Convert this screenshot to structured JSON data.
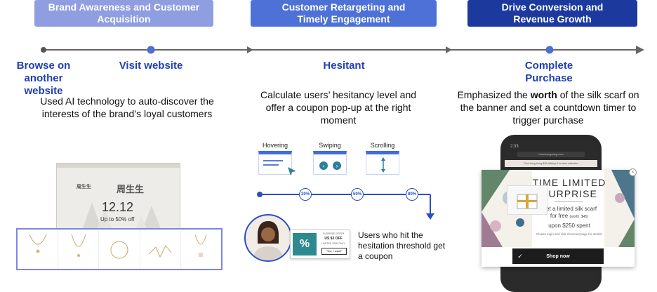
{
  "stages": {
    "awareness": "Brand Awareness and Customer Acquisition",
    "retargeting": "Customer Retargeting and Timely Engagement",
    "conversion": "Drive Conversion and Revenue Growth"
  },
  "steps": {
    "browse": "Browse on another website",
    "visit": "Visit website",
    "hesitant": "Hesitant",
    "complete": "Complete Purchase"
  },
  "descriptions": {
    "ai": "Used AI technology to auto-discover the interests of the brand’s loyal customers",
    "hesitancy": "Calculate users’ hesitancy level and offer a coupon pop-up at the right moment",
    "worth_before": "Emphasized the ",
    "worth_bold": "worth",
    "worth_after": " of the silk scarf on the banner and set a countdown timer to trigger purchase"
  },
  "behaviors": {
    "hovering": "Hovering",
    "swiping": "Swiping",
    "scrolling": "Scrolling"
  },
  "thresholds": [
    "20%",
    "50%",
    "80%"
  ],
  "coupon_note": "Users who hit the hesitation threshold get a coupon",
  "coupon_card": {
    "percent_symbol": "%",
    "top_line": "SURPRISE OFFER",
    "amount": "US $3 OFF",
    "subtitle": "LIMITED TIME ONLY",
    "cta": "\"Yes, I want!\""
  },
  "banner": {
    "brand": "周生生",
    "date": "12.12",
    "offer": "Up to 50% off"
  },
  "popup": {
    "title": "TIME LIMITED SURPRISE",
    "line1": "Get a limited silk scarf",
    "line2": "for free",
    "worth_note": "(worth: $45)",
    "line3": "upon $250 spent",
    "fine_print": "Please login and visit checkout page for details",
    "shop_button": "Shop now"
  },
  "phone": {
    "time": "2:33",
    "url": "chowsangsang.com",
    "search_hint": "Free Hong Kong $45 delivery & in-store collection"
  },
  "colors": {
    "stage1": "#8f9ee0",
    "stage2": "#4d71d7",
    "stage3": "#1c3a9e",
    "step_text": "#1f3fb0",
    "accent": "#2a4fc4",
    "coupon_teal": "#2e8a8e"
  }
}
